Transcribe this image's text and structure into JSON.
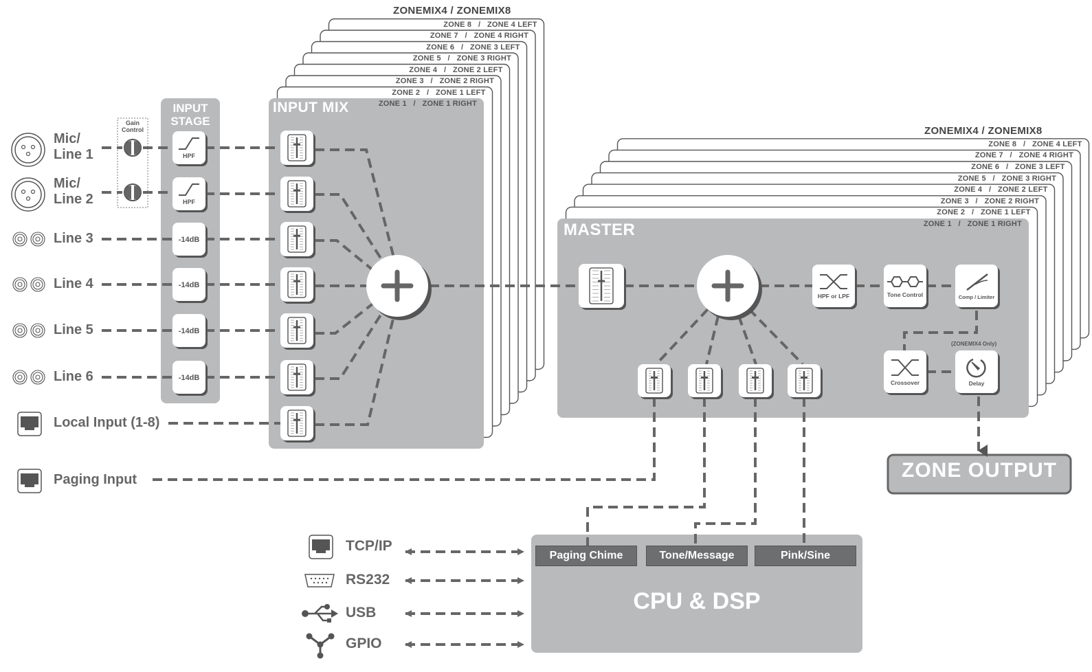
{
  "input_mix": {
    "header": "ZONEMIX4  /  ZONEMIX8",
    "title": "INPUT MIX",
    "zones": [
      "ZONE 8   /   ZONE 4 LEFT",
      "ZONE 7   /   ZONE 4 RIGHT",
      "ZONE 6   /   ZONE 3 LEFT",
      "ZONE 5   /   ZONE 3 RIGHT",
      "ZONE 4   /   ZONE 2 LEFT",
      "ZONE 3   /   ZONE 2 RIGHT",
      "ZONE 2   /   ZONE 1 LEFT",
      "ZONE 1   /   ZONE 1 RIGHT"
    ]
  },
  "master": {
    "header": "ZONEMIX4  /  ZONEMIX8",
    "title": "MASTER",
    "zones": [
      "ZONE 8   /   ZONE 4 LEFT",
      "ZONE 7   /   ZONE 4 RIGHT",
      "ZONE 6   /   ZONE 3 LEFT",
      "ZONE 5   /   ZONE 3 RIGHT",
      "ZONE 4   /   ZONE 2 LEFT",
      "ZONE 3   /   ZONE 2 RIGHT",
      "ZONE 2   /   ZONE 1 LEFT",
      "ZONE 1   /   ZONE 1 RIGHT"
    ],
    "blocks": {
      "hpf_lpf": "HPF or LPF",
      "tone": "Tone Control",
      "comp": "Comp / Limiter",
      "crossover": "Crossover",
      "delay": "Delay",
      "delay_note": "(ZONEMIX4 Only)"
    }
  },
  "gain_control": {
    "label_line1": "Gain",
    "label_line2": "Control"
  },
  "input_stage": {
    "title_line1": "INPUT",
    "title_line2": "STAGE",
    "blocks": [
      "HPF",
      "HPF",
      "-14dB",
      "-14dB",
      "-14dB",
      "-14dB"
    ]
  },
  "inputs": [
    {
      "line1": "Mic/",
      "line2": "Line 1",
      "icon": "xlr-connector-icon"
    },
    {
      "line1": "Mic/",
      "line2": "Line 2",
      "icon": "xlr-connector-icon"
    },
    {
      "line1": "Line 3",
      "icon": "rca-connector-icon"
    },
    {
      "line1": "Line 4",
      "icon": "rca-connector-icon"
    },
    {
      "line1": "Line 5",
      "icon": "rca-connector-icon"
    },
    {
      "line1": "Line 6",
      "icon": "rca-connector-icon"
    },
    {
      "line1": "Local Input (1-8)",
      "icon": "rj45-port-icon"
    }
  ],
  "paging_input": {
    "label": "Paging Input",
    "icon": "rj45-port-icon"
  },
  "zone_output": {
    "label": "ZONE OUTPUT"
  },
  "cpu": {
    "title": "CPU & DSP",
    "sources": [
      "Paging Chime",
      "Tone/Message",
      "Pink/Sine"
    ]
  },
  "io": [
    {
      "label": "TCP/IP",
      "icon": "rj45-port-icon"
    },
    {
      "label": "RS232",
      "icon": "db9-serial-icon"
    },
    {
      "label": "USB",
      "icon": "usb-icon"
    },
    {
      "label": "GPIO",
      "icon": "gpio-icon"
    }
  ],
  "colors": {
    "panel": "#b9babc",
    "line": "#666666",
    "text": "#666666",
    "cpu_button": "#6d6e70"
  }
}
